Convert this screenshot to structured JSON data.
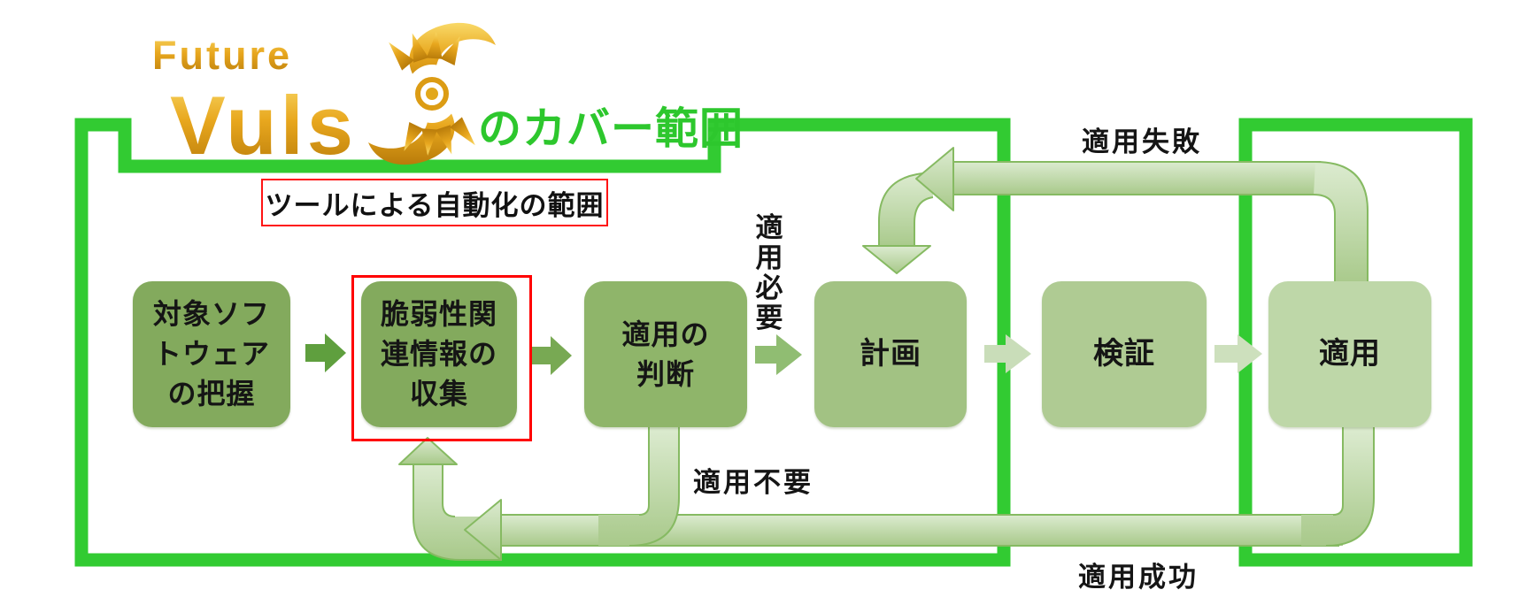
{
  "logo": {
    "brand_line1": "Future",
    "brand_line2": "Vuls",
    "eye_icon": "gold-eye-swirl",
    "coverage_suffix": "のカバー範囲"
  },
  "annotations": {
    "automation_scope": "ツールによる自動化の範囲",
    "apply_needed": "適用必要",
    "apply_failed": "適用失敗",
    "apply_unnecessary": "適用不要",
    "apply_success": "適用成功"
  },
  "process_steps": [
    {
      "label": "対象ソフ\nトウェア\nの把握",
      "highlighted": false
    },
    {
      "label": "脆弱性関\n連情報の\n収集",
      "highlighted": true
    },
    {
      "label": "適用の\n判断",
      "highlighted": false
    },
    {
      "label": "計画",
      "highlighted": false
    },
    {
      "label": "検証",
      "highlighted": false
    },
    {
      "label": "適用",
      "highlighted": false
    }
  ],
  "colors": {
    "container_green": "#32cb32",
    "highlight_red": "#ff0000",
    "logo_gold": "#e8a71e",
    "coverage_text_green": "#2dc72d",
    "band_fill_light": "#dcebd0",
    "band_fill_dark": "#a8c98a",
    "band_stroke": "#86ba62",
    "step_fills": [
      "#83aa5d",
      "#83aa5d",
      "#8fb56a",
      "#a2c283",
      "#afcb93",
      "#bed7a8"
    ],
    "arrow_fills": [
      "#5f9f3e",
      "#78a953",
      "#90bd72",
      "#c9ddb9",
      "#cde0bd"
    ]
  }
}
